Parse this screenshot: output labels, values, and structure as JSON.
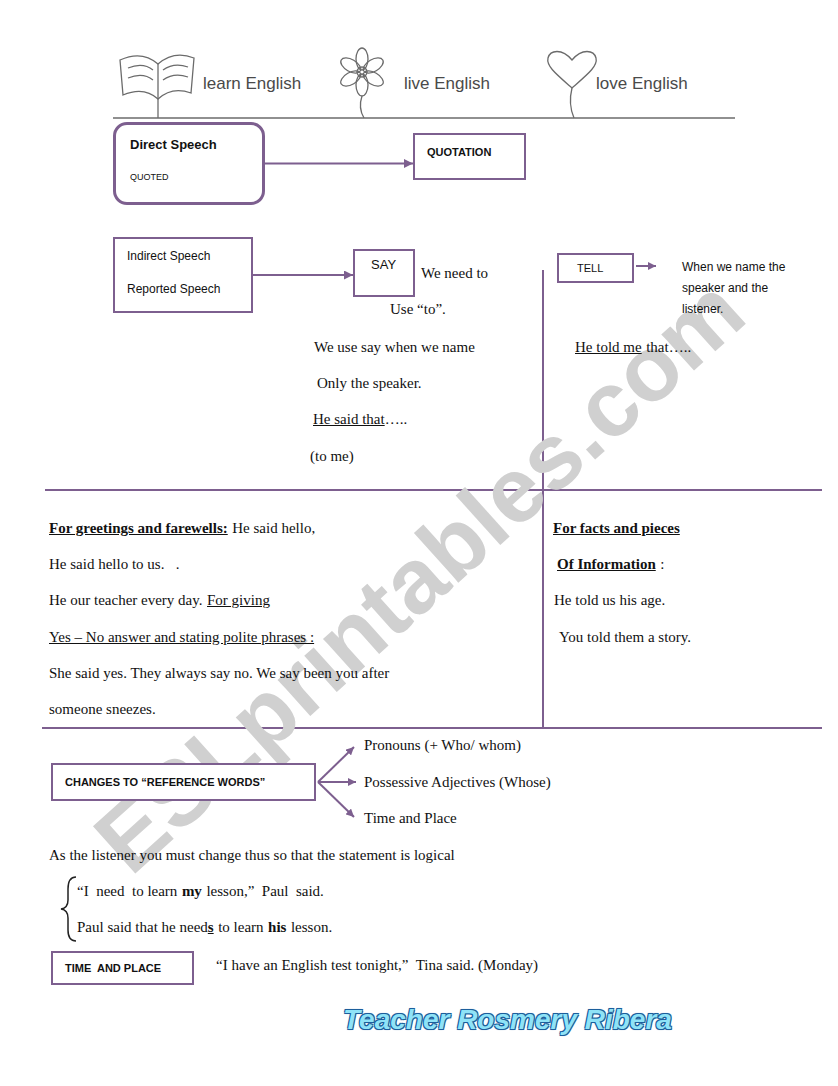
{
  "diagram": {
    "nodes": [
      {
        "text": [
          "Direct Speech",
          "QUOTED"
        ]
      },
      {
        "text": [
          "QUOTATION"
        ]
      },
      {
        "text": [
          "Indirect Speech",
          "Reported Speech"
        ]
      },
      {
        "text": [
          "SAY"
        ]
      },
      {
        "text": [
          "TELL"
        ]
      },
      {
        "text": [
          "CHANGES TO “REFERENCE WORDS”"
        ]
      },
      {
        "text": [
          "TIME  AND PLACE"
        ]
      }
    ],
    "edges": [
      {
        "from": 0,
        "to": 1,
        "arrow": "to"
      },
      {
        "from": 2,
        "to": 3,
        "arrow": "to"
      }
    ],
    "labels": [
      "learn English",
      "live English",
      "love English",
      "We need to",
      "Use “to”.",
      "We use say when we name",
      "Only the speaker.",
      "He said that",
      "…..",
      "(to me)",
      "When we name the speaker and the listener.",
      "He told me",
      "that…..",
      "For greetings and farewells:",
      "He said hello,",
      "He said hello to us.   .",
      "He our teacher every day.",
      "For giving",
      "Yes – No answer and stating polite phrases :",
      "She said yes. They always say no. We say been you after",
      "someone sneezes.",
      "For facts and pieces",
      "Of Information",
      ":",
      "He told us his age.",
      "You told them a story.",
      "Pronouns (+ Who/ whom)",
      "Possessive Adjectives (Whose)",
      "Time and Place",
      "As the listener you must change thus so that the statement is logical",
      "“I  need  to learn",
      "my",
      "lesson,”  Paul  said.",
      "Paul said that he need",
      "s",
      "to learn",
      "his",
      "lesson.",
      "“I have an English test tonight,”  Tina said. (Monday)",
      "Teacher Rosmery Ribera",
      "ESLprintables.com"
    ]
  }
}
